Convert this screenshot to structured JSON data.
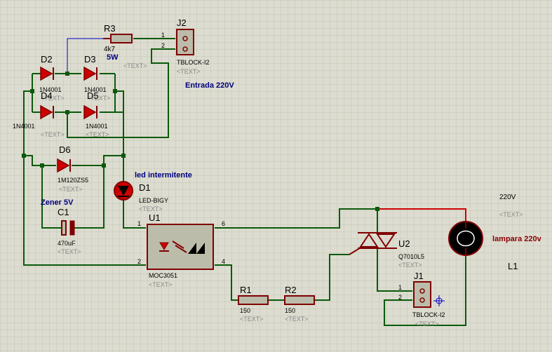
{
  "r3": {
    "ref": "R3",
    "value": "4k7",
    "power": "5W"
  },
  "j2": {
    "ref": "J2",
    "type": "TBLOCK-I2",
    "pin1": "1",
    "pin2": "2",
    "text": "<TEXT>",
    "note": "Entrada 220V"
  },
  "d2": {
    "ref": "D2",
    "value": "1N4001",
    "text": "<TEXT>"
  },
  "d3": {
    "ref": "D3",
    "value": "1N4001",
    "text": "<TEXT>"
  },
  "d4": {
    "ref": "D4",
    "value": "1N4001",
    "text": "<TEXT>"
  },
  "d5": {
    "ref": "D5",
    "value": "1N4001",
    "text": "<TEXT>"
  },
  "d6": {
    "ref": "D6",
    "value": "1M120ZS5",
    "text": "<TEXT>"
  },
  "d1": {
    "ref": "D1",
    "value": "LED-BIGY",
    "text": "<TEXT>",
    "note": "led intermitente"
  },
  "c1": {
    "ref": "C1",
    "value": "470uF",
    "text": "<TEXT>",
    "note": "Zener 5V"
  },
  "u1": {
    "ref": "U1",
    "value": "MOC3051",
    "text": "<TEXT>",
    "pin1": "1",
    "pin2": "2",
    "pin4": "4",
    "pin6": "6"
  },
  "r1": {
    "ref": "R1",
    "value": "150",
    "text": "<TEXT>"
  },
  "r2": {
    "ref": "R2",
    "value": "150",
    "text": "<TEXT>"
  },
  "u2": {
    "ref": "U2",
    "value": "Q7010L5",
    "text": "<TEXT>"
  },
  "j1": {
    "ref": "J1",
    "type": "TBLOCK-I2",
    "pin1": "1",
    "pin2": "2",
    "text": "<TEXT>"
  },
  "lamp": {
    "voltage": "220V",
    "text": "<TEXT>",
    "note": "lampara 220v",
    "ref": "L1"
  },
  "colors": {
    "wire": "#0a5a0a",
    "component": "#800000",
    "note": "#000080",
    "grid": "#c2c2b4"
  }
}
